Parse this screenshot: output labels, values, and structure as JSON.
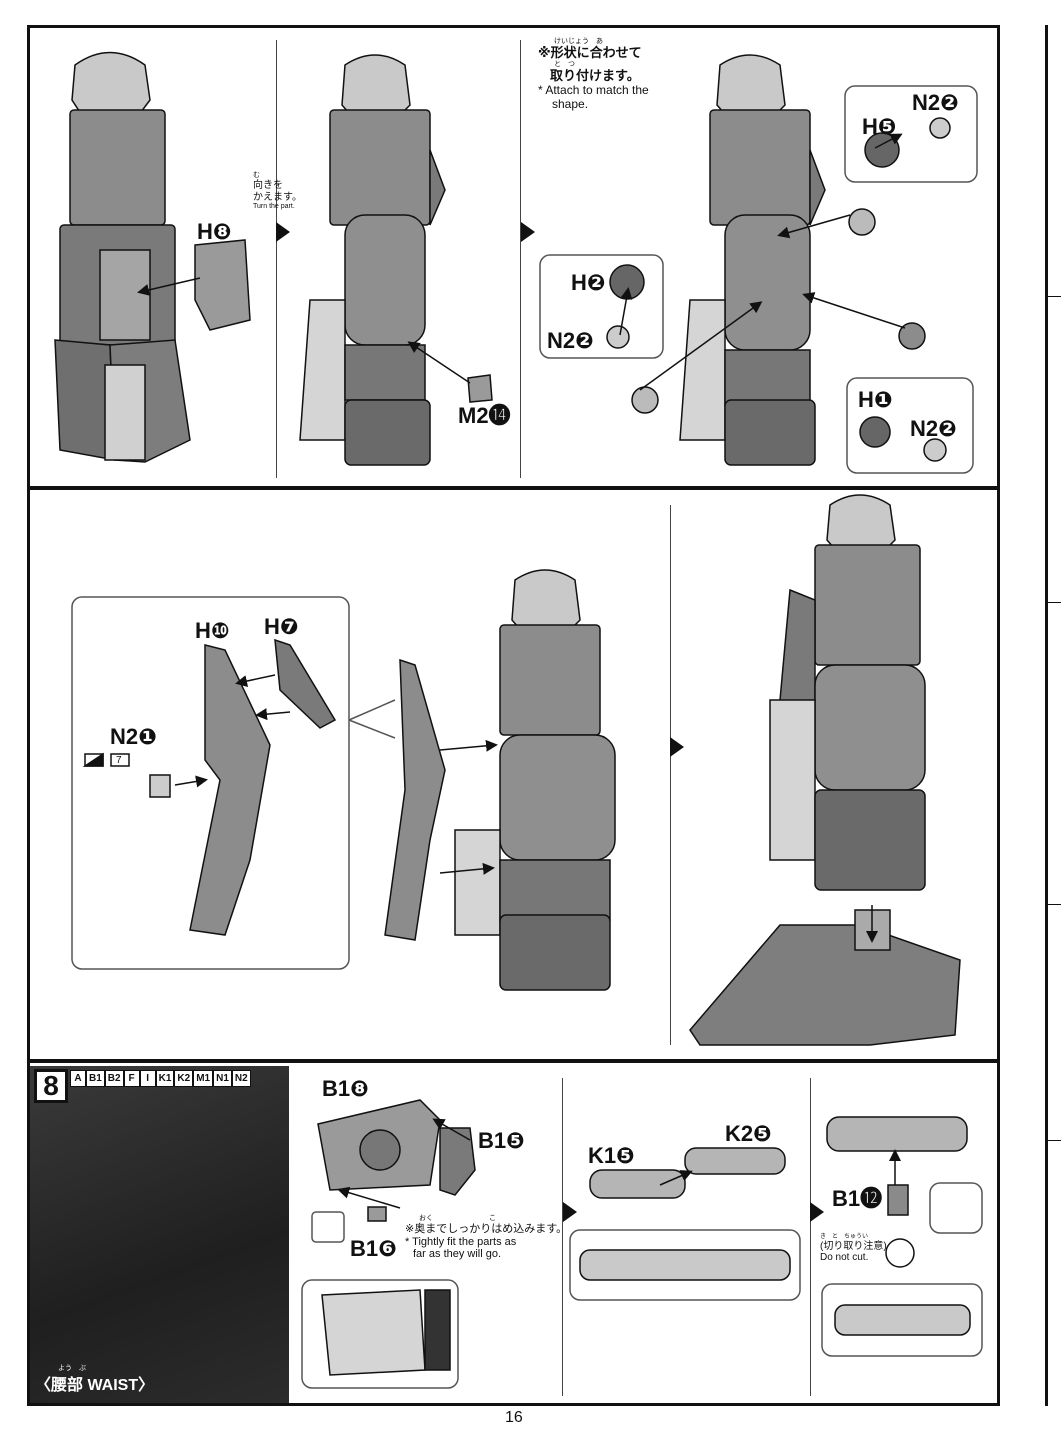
{
  "page_number": "16",
  "top_section": {
    "turn_note": {
      "furigana": "む",
      "jp_line1": "向きを",
      "jp_line2": "かえます。",
      "en": "Turn the part."
    },
    "shape_note": {
      "furigana": "けいじょう　あ",
      "jp_line1": "※形状に合わせて",
      "furigana2": "と　つ",
      "jp_line2": "取り付けます。",
      "en_line1": "* Attach to match the",
      "en_line2": "shape."
    },
    "labels": {
      "h8": "H❽",
      "m2_14": "M2⓮",
      "h5": "H❺",
      "n2_2_a": "N2❷",
      "h2": "H❷",
      "n2_2_b": "N2❷",
      "h1": "H❶",
      "n2_2_c": "N2❷"
    }
  },
  "middle_section": {
    "labels": {
      "h10": "H❿",
      "h7": "H❼",
      "n2_1": "N2❶",
      "tool_number": "7"
    }
  },
  "step8": {
    "number": "8",
    "runners": [
      "A",
      "B1",
      "B2",
      "F",
      "I",
      "K1",
      "K2",
      "M1",
      "N1",
      "N2"
    ],
    "title_furigana": "よう　ぶ",
    "title": "〈腰部 WAIST〉",
    "labels": {
      "b1_8": "B1❽",
      "b1_5": "B1❺",
      "b1_6": "B1❻",
      "k1_5": "K1❺",
      "k2_5": "K2❺",
      "b1_12": "B1⓬"
    },
    "fit_note": {
      "furigana": "おく　　　　　　　　こ",
      "jp": "※奥までしっかりはめ込みます。",
      "en_line1": "* Tightly fit the parts as",
      "en_line2": "far as they will go."
    },
    "cut_note": {
      "furigana": "き　と　ちゅうい",
      "jp": "(切り取り注意)",
      "en": "Do not cut."
    }
  },
  "colors": {
    "line": "#111111",
    "part_fill": "#8c8c8c",
    "part_dark": "#5a5a5a",
    "part_light": "#c9c9c9"
  }
}
